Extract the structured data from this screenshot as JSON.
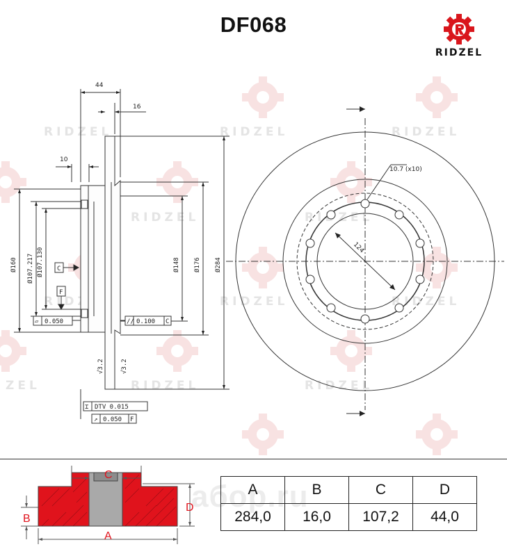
{
  "header": {
    "part_number": "DF068",
    "brand_name": "RIDZEL",
    "brand_color": "#d9161c"
  },
  "watermark": {
    "text": "RIDZEL",
    "text_partial_left": "ZEL",
    "site_text": "aбop.ru"
  },
  "drawing": {
    "dim_44": "44",
    "dim_16": "16",
    "dim_10": "10",
    "dia_160": "Ø160",
    "dia_107_217": "Ø107.217",
    "dia_107_130": "Ø107.130",
    "dia_148": "Ø148",
    "dia_176": "Ø176",
    "dia_284": "Ø284",
    "datum_c": "C",
    "datum_f": "F",
    "flatness_value": "0.050",
    "parallel_value": "0.100",
    "parallel_datum": "C",
    "dtv_label": "DTV 0.015",
    "runout_value": "0.050",
    "runout_datum": "F",
    "roughness_left": "√3.2",
    "roughness_right": "√3.2",
    "holes_label": "10.7 (x10)",
    "pcd_label": "124"
  },
  "legend": {
    "label_a": "A",
    "label_b": "B",
    "label_c": "C",
    "label_d": "D",
    "fill_color": "#e0131c",
    "line_color": "#555555"
  },
  "specs": {
    "headers": [
      "A",
      "B",
      "C",
      "D"
    ],
    "values": [
      "284,0",
      "16,0",
      "107,2",
      "44,0"
    ]
  }
}
